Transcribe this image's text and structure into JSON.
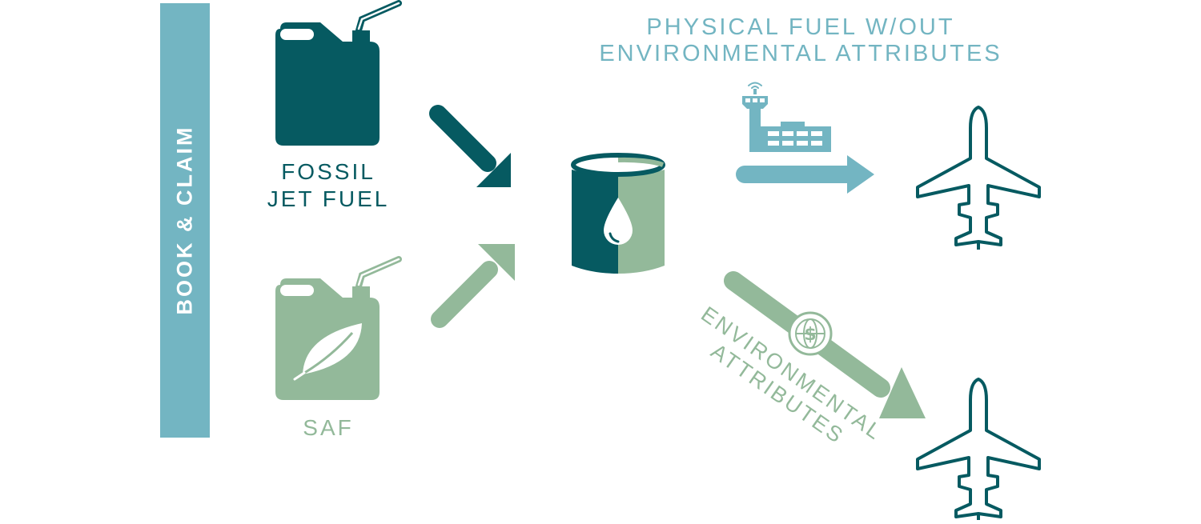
{
  "sidebar": {
    "label": "BOOK & CLAIM"
  },
  "inputs": {
    "fossil": {
      "label_line1": "FOSSIL",
      "label_line2": "JET FUEL",
      "icon": "fuel-can-icon"
    },
    "saf": {
      "label": "SAF",
      "icon": "fuel-can-leaf-icon"
    }
  },
  "outputs": {
    "physical": {
      "label_line1": "PHYSICAL FUEL W/OUT",
      "label_line2": "ENVIRONMENTAL ATTRIBUTES"
    },
    "environmental": {
      "label_line1": "ENVIRONMENTAL",
      "label_line2": "ATTRIBUTES"
    }
  },
  "colors": {
    "dark_teal": "#065a61",
    "light_blue": "#73b5c2",
    "sage_green": "#93b99a",
    "white": "#ffffff"
  }
}
